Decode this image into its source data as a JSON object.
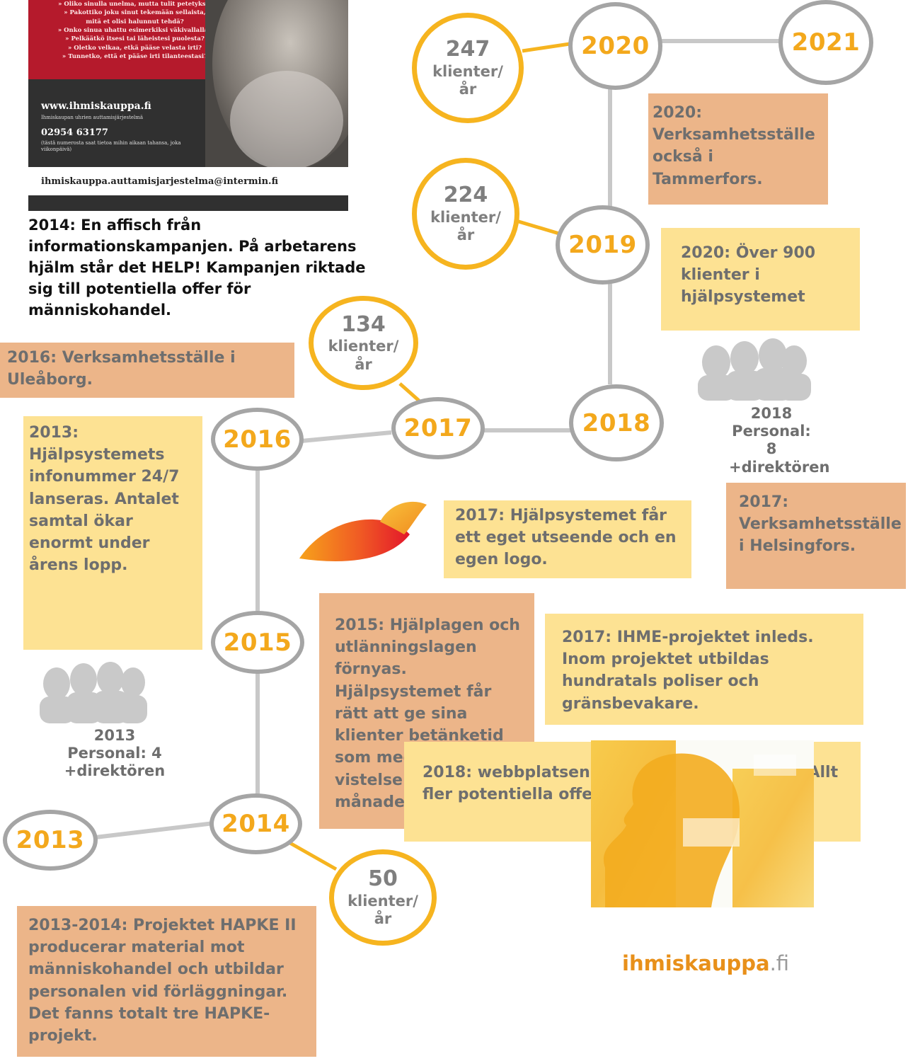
{
  "poster": {
    "lines": [
      "» Oliko sinulla unelma, mutta tulit petetyksi?",
      "» Pakottiko joku sinut tekemään sellaista,",
      "mitä et olisi halunnut tehdä?",
      "» Onko sinua uhattu esimerkiksi väkivallalla?",
      "» Pelkäätkö itsesi tai läheistesi puolesta?",
      "» Oletko velkaa, etkä pääse velasta irti?",
      "» Tunnetko, että et pääse irti tilanteestasi?"
    ],
    "url": "www.ihmiskauppa.fi",
    "subtitle": "Ihmiskaupan uhrien auttamisjärjestelmä",
    "phone": "02954 63177",
    "phone_note": "(tästä numerosta saat tietoa mihin aikaan tahansa, joka viikonpäivä)",
    "email": "ihmiskauppa.auttamisjarjestelma@intermin.fi"
  },
  "poster_caption": "2014: En affisch från informationskampanjen. På arbetarens hjälm står det HELP! Kampanjen riktade sig till potentiella offer för människohandel.",
  "years": {
    "y2013": "2013",
    "y2014": "2014",
    "y2015": "2015",
    "y2016": "2016",
    "y2017": "2017",
    "y2018": "2018",
    "y2019": "2019",
    "y2020": "2020",
    "y2021": "2021"
  },
  "clients": {
    "c2014": {
      "num": "50",
      "unit": "klienter/",
      "unit2": "år"
    },
    "c2017": {
      "num": "134",
      "unit": "klienter/",
      "unit2": "år"
    },
    "c2019": {
      "num": "224",
      "unit": "klienter/",
      "unit2": "år"
    },
    "c2020": {
      "num": "247",
      "unit": "klienter/",
      "unit2": "år"
    }
  },
  "boxes": {
    "b2020_tammerfors": "2020: Verksamhetsställe också i Tammerfors.",
    "b2020_clients": "2020: Över 900 klienter i hjälpsystemet",
    "b2016": "2016: Verksamhetsställe i Uleåborg.",
    "b2013": "2013: Hjälpsystemets infonummer 24/7 lanseras. Antalet samtal ökar enormt under årens lopp.",
    "b2017_logo": "2017: Hjälpsystemet får ett eget utseende och en egen logo.",
    "b2017_helsingfors": "2017: Verksamhetsställe i Helsingfors.",
    "b2015": "2015: Hjälplagen och utlänningslagen förnyas. Hjälpsystemet får rätt att ge sina klienter betänketid som medför laglig vistelse i max. 6 månader.",
    "b2017_ihme": "2017: IHME-projektet inleds. Inom projektet utbildas hundratals poliser och gränsbevakare.",
    "b2013_2014": "2013-2014: Projektet HAPKE II producerar material mot människohandel och utbildar personalen vid förläggningar. Det fanns totalt tre HAPKE-projekt.",
    "b2018_web": "2018: webbplatsen ihmiskauppa.fi förnyas. Allt fler potentiella offer ber om hjälp."
  },
  "staff": {
    "s2018": {
      "year": "2018",
      "count": "Personal: 8",
      "extra": "+direktören"
    },
    "s2013": {
      "year": "2013",
      "count": "Personal: 4",
      "extra": "+direktören"
    }
  },
  "website": {
    "name": "ihmiskauppa",
    "tld": ".fi"
  },
  "colors": {
    "timeline_line": "#c8c8c8",
    "year_circle_border": "#a5a5a5",
    "year_text": "#f3a81c",
    "client_circle_border": "#f6b41f",
    "box_tan": "#ecb589",
    "box_yellow": "#fde293",
    "text_gray": "#6e6e6e"
  }
}
